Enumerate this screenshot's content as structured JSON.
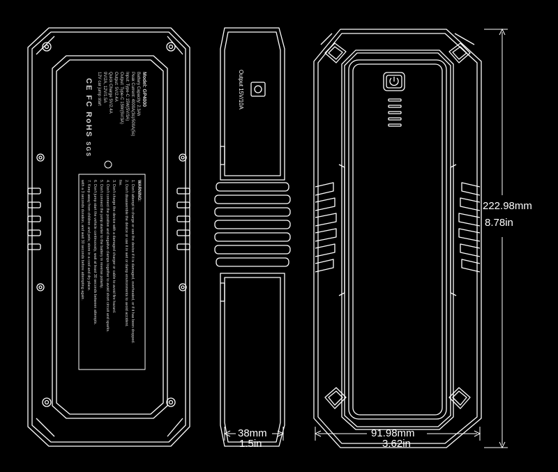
{
  "back_label": {
    "model": "Model: GP4000",
    "specs": [
      "Battery Capacity: 2.3Ah",
      "Peak Current: 4000A(3s)/500A(5s)",
      "Input: Type-C 15W(5V/3A)",
      "Output: Type-C 15W(5V/3A)",
      "Output: 5V/2.4A",
      "Quick Charge 5V/2.4A",
      "9V/2A, 12V/1.5A",
      "12V car jump start"
    ],
    "cert_marks": [
      "CE",
      "FC",
      "RoHS",
      "SGS"
    ],
    "warning_title": "WARNING:",
    "warning_lines": [
      "1. Don't attempt to charge or use the device if it is damaged, overheated, or if it has been dropped.",
      "2. Don't disassemble the device or use it in wet or damp environments to avoid accident.",
      "fire.",
      "3. Don't charge the device with a damaged charger or cable to avoid fire hazard.",
      "4. Don't connect the positive and negative clamps together to avoid short circuit and sparks.",
      "5. Don't connect the jump starter to the battery in reverse polarity.",
      "6. Don't jump start the vehicle continuously, wait at least 30 seconds between attempts.",
      "7. Keep away from children and pets; store in a cool and dry place.",
      "with a 3 seconds duration, and wait 30 seconds before attempting again."
    ]
  },
  "side_label": "Output 15V/10A",
  "dimensions": {
    "height_mm": "222.98mm",
    "height_in": "8.78in",
    "thickness_mm": "38mm",
    "thickness_in": "1.5in",
    "width_mm": "91.98mm",
    "width_in": "3.62in"
  },
  "colors": {
    "background": "#000000",
    "line": "#ffffff",
    "label_text": "#d8d8d8"
  }
}
